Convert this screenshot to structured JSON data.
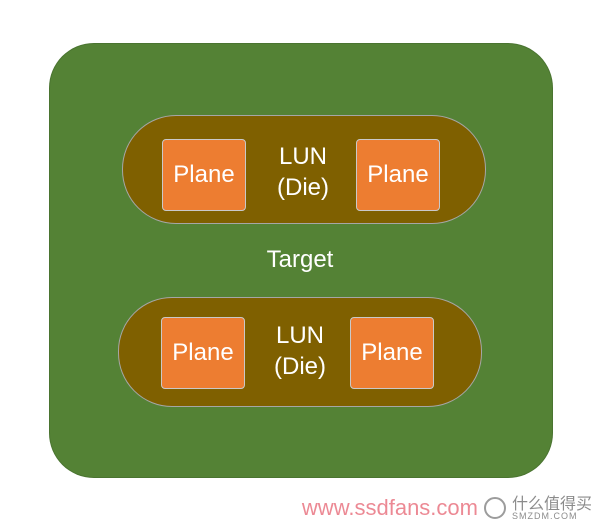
{
  "target": {
    "label": "Target"
  },
  "luns": [
    {
      "line1": "LUN",
      "line2": "(Die)",
      "planes": [
        "Plane",
        "Plane"
      ]
    },
    {
      "line1": "LUN",
      "line2": "(Die)",
      "planes": [
        "Plane",
        "Plane"
      ]
    }
  ],
  "watermark": {
    "url": "www.ssdfans.com",
    "brand_cn": "什么值得买",
    "brand_en": "SMZDM.COM",
    "logo": "smzdm-logo-icon"
  },
  "colors": {
    "target_fill": "#548235",
    "lun_fill": "#7f6000",
    "plane_fill": "#ed7d31",
    "text": "#ffffff"
  }
}
